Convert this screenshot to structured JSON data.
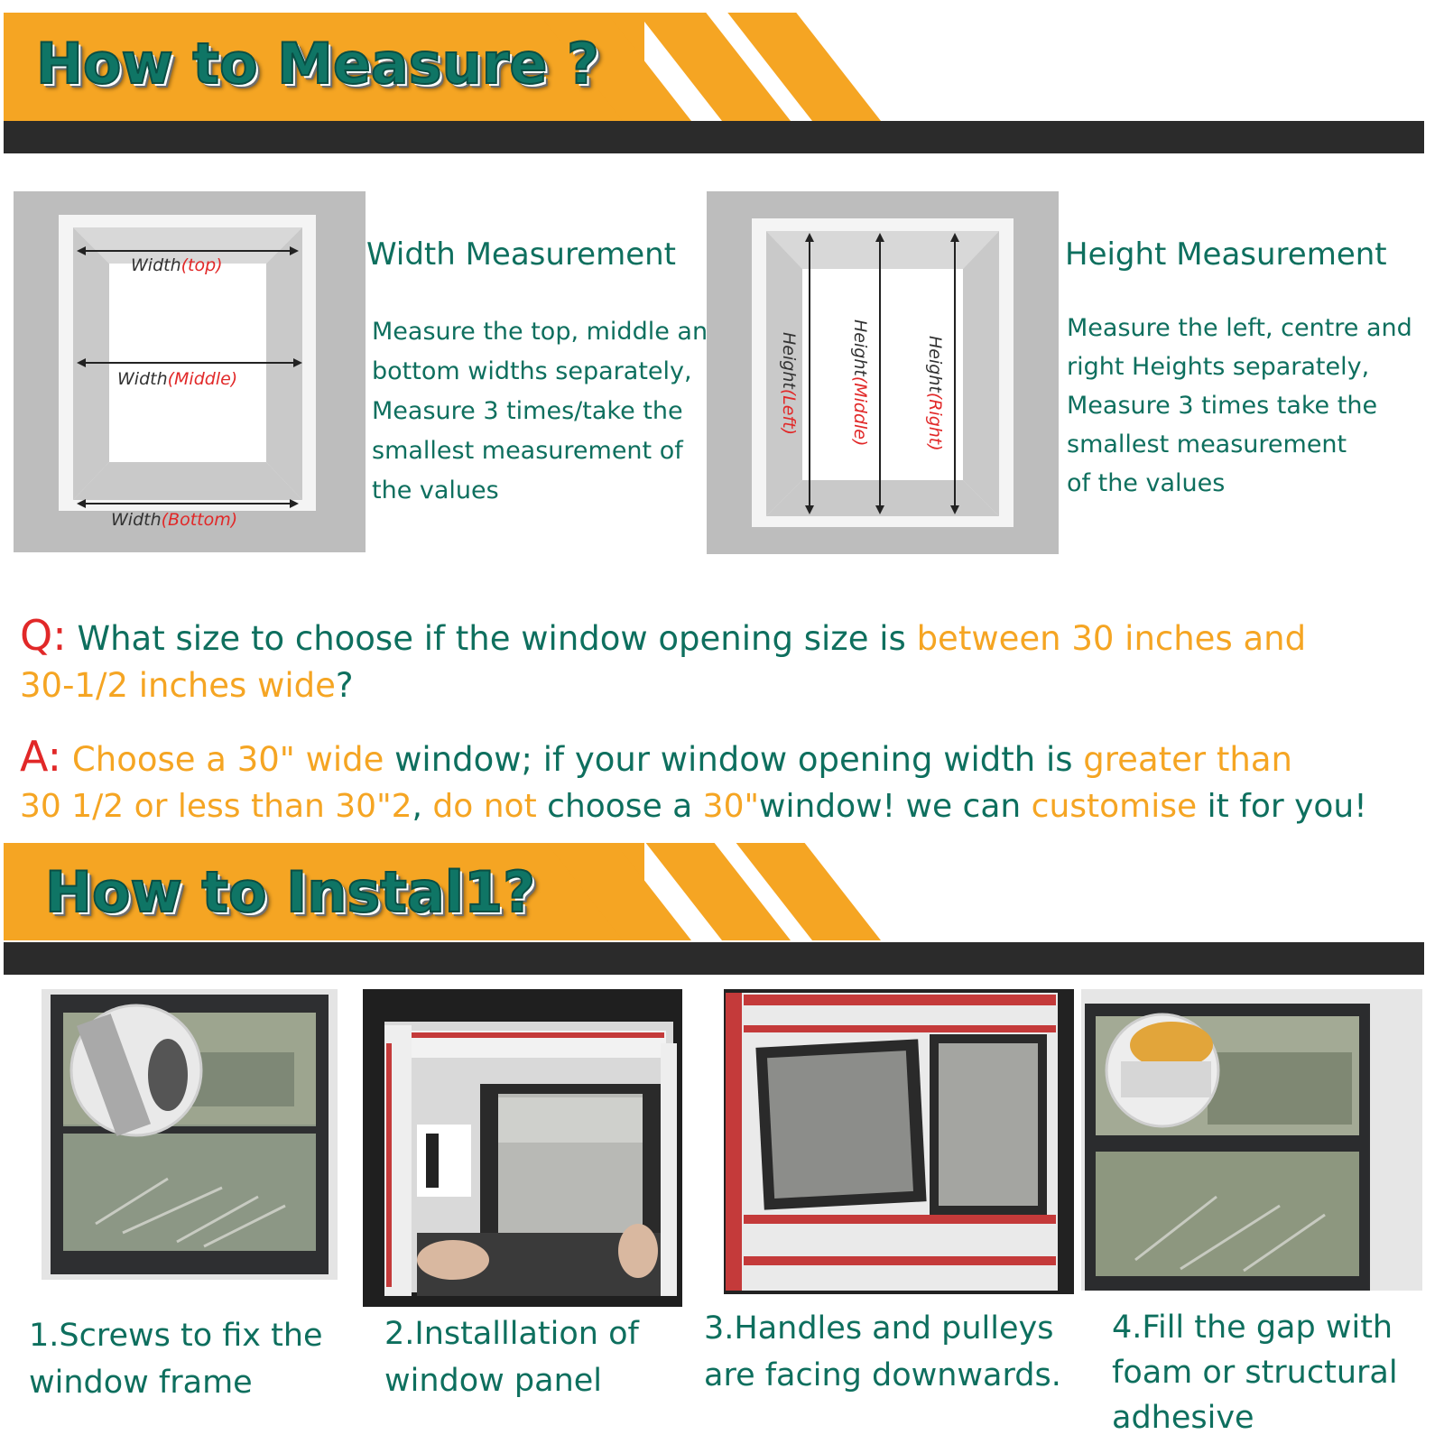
{
  "measure": {
    "title": "How to Measure ?",
    "width_diagram": {
      "label_top_prefix": "Width",
      "label_top_suffix": "(top)",
      "label_middle_prefix": "Width",
      "label_middle_suffix": "(Middle)",
      "label_bottom_prefix": "Width",
      "label_bottom_suffix": "(Bottom)"
    },
    "height_diagram": {
      "label_left_prefix": "Height",
      "label_left_suffix": "(Left)",
      "label_middle_prefix": "Height",
      "label_middle_suffix": "(Middle)",
      "label_right_prefix": "Height",
      "label_right_suffix": "(Right)"
    },
    "width_heading": "Width Measurement",
    "width_text": [
      "Measure the top, middle and",
      "bottom widths separately,",
      "Measure 3 times/take the",
      "smallest measurement of",
      "the values"
    ],
    "height_heading": "Height Measurement",
    "height_text": [
      "Measure the left, centre and",
      "right Heights separately,",
      "Measure 3 times take the",
      "smallest measurement",
      "of the values"
    ]
  },
  "qa": {
    "q_mark": "Q:",
    "q_part1": " What size to choose if the window opening size is ",
    "q_part2": "between 30 inches and",
    "q_part3": "30-1/2 inches wide",
    "q_part4": "?",
    "a_mark": "A:",
    "a_part1": " Choose a 30\" wide",
    "a_part2": " window; if your window opening width is ",
    "a_part3": "greater than",
    "a_part4": "30 1/2 or less than 30\"2",
    "a_part5": ", ",
    "a_part6": "do not",
    "a_part7": " choose a ",
    "a_part8": "30\"",
    "a_part9": "window! we can ",
    "a_part10": "customise",
    "a_part11": " it for you!"
  },
  "install": {
    "title": "How to Instal1?",
    "steps": [
      {
        "line1": "1.Screws to fix the",
        "line2": "window frame",
        "line3": ""
      },
      {
        "line1": "2.Installlation of",
        "line2": "window panel",
        "line3": ""
      },
      {
        "line1": "3.Handles and pulleys",
        "line2": "are facing downwards.",
        "line3": ""
      },
      {
        "line1": "4.Fill the gap with",
        "line2": "foam or structural",
        "line3": "adhesive"
      }
    ]
  },
  "colors": {
    "orange": "#f5a523",
    "teal": "#0e6f5e",
    "red": "#e12828",
    "dark_band": "#2b2b2b"
  }
}
